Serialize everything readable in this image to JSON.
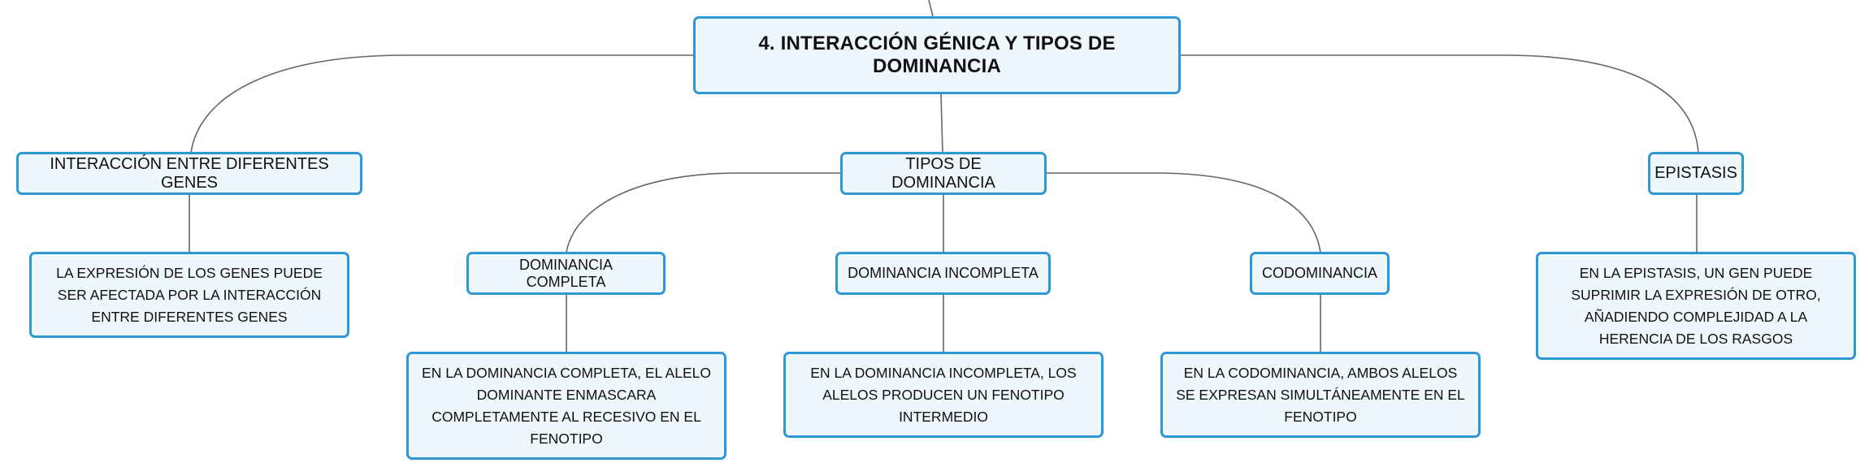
{
  "root": {
    "label": "4. INTERACCIÓN GÉNICA Y TIPOS DE DOMINANCIA"
  },
  "branches": {
    "interaction": {
      "label": "INTERACCIÓN ENTRE DIFERENTES GENES",
      "description": "LA EXPRESIÓN DE LOS GENES PUEDE SER AFECTADA POR LA INTERACCIÓN ENTRE DIFERENTES GENES"
    },
    "dominance": {
      "label": "TIPOS DE DOMINANCIA",
      "children": {
        "complete": {
          "label": "DOMINANCIA COMPLETA",
          "description": "EN LA DOMINANCIA COMPLETA, EL ALELO DOMINANTE ENMASCARA COMPLETAMENTE AL RECESIVO EN EL FENOTIPO"
        },
        "incomplete": {
          "label": "DOMINANCIA INCOMPLETA",
          "description": "EN LA DOMINANCIA INCOMPLETA, LOS ALELOS PRODUCEN UN FENOTIPO INTERMEDIO"
        },
        "codominance": {
          "label": "CODOMINANCIA",
          "description": "EN LA CODOMINANCIA, AMBOS ALELOS SE EXPRESAN SIMULTÁNEAMENTE EN EL FENOTIPO"
        }
      }
    },
    "epistasis": {
      "label": "EPISTASIS",
      "description": "EN LA EPISTASIS, UN GEN PUEDE SUPRIMIR LA EXPRESIÓN DE OTRO, AÑADIENDO COMPLEJIDAD A LA HERENCIA DE LOS RASGOS"
    }
  }
}
